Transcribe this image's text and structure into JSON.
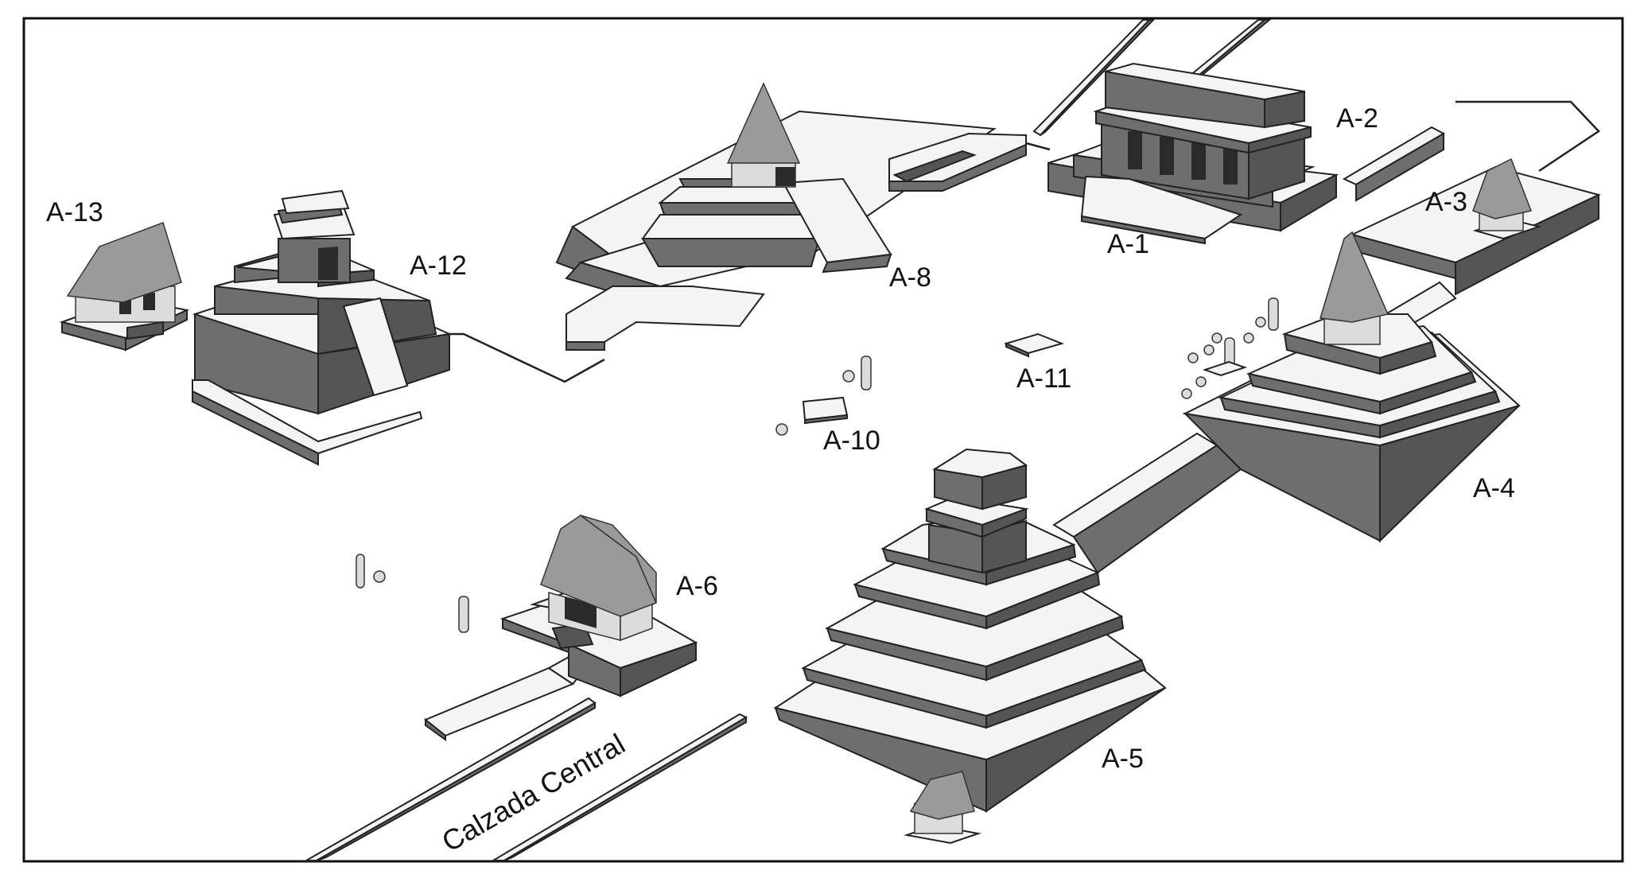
{
  "labels": {
    "a1": "A-1",
    "a2": "A-2",
    "a3": "A-3",
    "a4": "A-4",
    "a5": "A-5",
    "a6": "A-6",
    "a8": "A-8",
    "a10": "A-10",
    "a11": "A-11",
    "a12": "A-12",
    "a13": "A-13"
  },
  "road_label": "Calzada Central",
  "colors": {
    "stone_top": "#f4f4f4",
    "stone_side": "#6e6e6e",
    "thatch": "#9a9a9a",
    "outline": "#222222"
  }
}
